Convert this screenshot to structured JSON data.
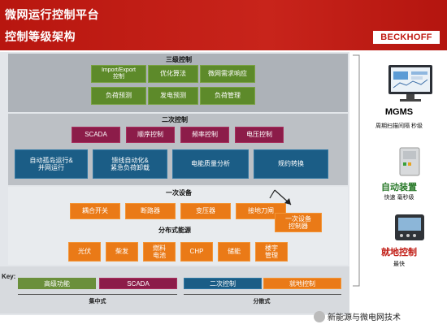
{
  "header": {
    "title": "微网运行控制平台",
    "subtitle": "控制等级架构",
    "logo": "BECKHOFF",
    "color": "#c01a12"
  },
  "tier3": {
    "label": "三级控制",
    "boxes": [
      "Import/Export\n控制",
      "优化算法",
      "微网需求响应",
      "负荷预测",
      "发电预测",
      "负荷管理"
    ]
  },
  "tier2": {
    "label": "二次控制",
    "top_boxes": [
      "SCADA",
      "顺序控制",
      "频率控制",
      "电压控制"
    ],
    "bottom_boxes": [
      "自动孤岛运行&\n并网运行",
      "馈线自动化&\n紧急负荷卸载",
      "电能质量分析",
      "规约转换"
    ]
  },
  "tier1": {
    "label": "一次设备",
    "boxes": [
      "耦合开关",
      "断路器",
      "变压器",
      "接地刀闸"
    ],
    "controller": "一次设备\n控制器",
    "dist_label": "分布式能源",
    "dist_boxes": [
      "光伏",
      "柴发",
      "燃料\n电池",
      "CHP",
      "储能",
      "楼宇\n管理"
    ]
  },
  "key": {
    "label": "Key:",
    "items": [
      "高级功能",
      "SCADA",
      "二次控制",
      "就地控制"
    ],
    "centralized": "集中式",
    "distributed": "分散式"
  },
  "side": {
    "items": [
      {
        "title": "MGMS",
        "sub": "周期扫描间隔 秒级",
        "color": "#111111"
      },
      {
        "title": "自动装置",
        "sub": "快速 毫秒级",
        "color": "#2a7a2a"
      },
      {
        "title": "就地控制",
        "sub": "最快",
        "color": "#c01a12"
      }
    ]
  },
  "watermark": "新能源与微电网技术"
}
